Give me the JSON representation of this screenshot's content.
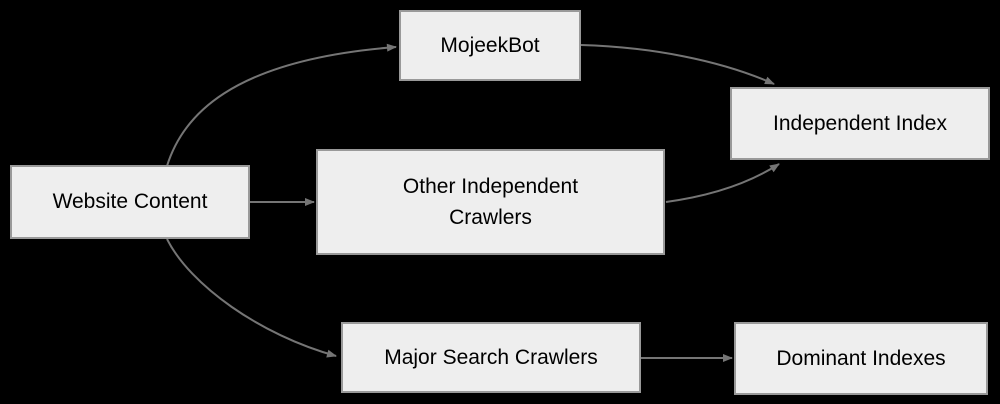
{
  "diagram": {
    "colors": {
      "background": "#000000",
      "node_fill": "#eeeeee",
      "node_border": "#999999",
      "text": "#000000",
      "arrow": "#757575"
    },
    "nodes": [
      {
        "id": "website-content",
        "label": "Website Content"
      },
      {
        "id": "mojeekbot",
        "label": "MojeekBot"
      },
      {
        "id": "other-independent-crawlers",
        "label": "Other Independent\nCrawlers"
      },
      {
        "id": "independent-index",
        "label": "Independent Index"
      },
      {
        "id": "major-search-crawlers",
        "label": "Major Search Crawlers"
      },
      {
        "id": "dominant-indexes",
        "label": "Dominant Indexes"
      }
    ],
    "edges": [
      {
        "from": "website-content",
        "to": "mojeekbot"
      },
      {
        "from": "website-content",
        "to": "other-independent-crawlers"
      },
      {
        "from": "website-content",
        "to": "major-search-crawlers"
      },
      {
        "from": "mojeekbot",
        "to": "independent-index"
      },
      {
        "from": "other-independent-crawlers",
        "to": "independent-index"
      },
      {
        "from": "major-search-crawlers",
        "to": "dominant-indexes"
      }
    ]
  }
}
